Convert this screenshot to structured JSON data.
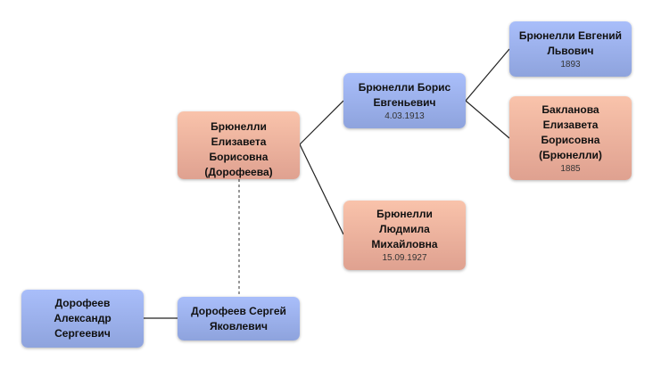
{
  "people": {
    "elizaveta": {
      "name": "Брюнелли Елизавета Борисовна (Дорофеева)"
    },
    "boris": {
      "name": "Брюнелли Борис Евгеньевич",
      "date": "4.03.1913"
    },
    "lyudmila": {
      "name": "Брюнелли Людмила Михайловна",
      "date": "15.09.1927"
    },
    "evgeny": {
      "name": "Брюнелли Евгений Львович",
      "date": "1893"
    },
    "baklanova": {
      "name": "Бакланова Елизавета Борисовна (Брюнелли)",
      "date": "1885"
    },
    "sergey": {
      "name": "Дорофеев Сергей Яковлевич"
    },
    "aleksandr": {
      "name": "Дорофеев Александр Сергеевич"
    }
  },
  "colors": {
    "male": "#9cb0ec",
    "female": "#ecb19c"
  }
}
